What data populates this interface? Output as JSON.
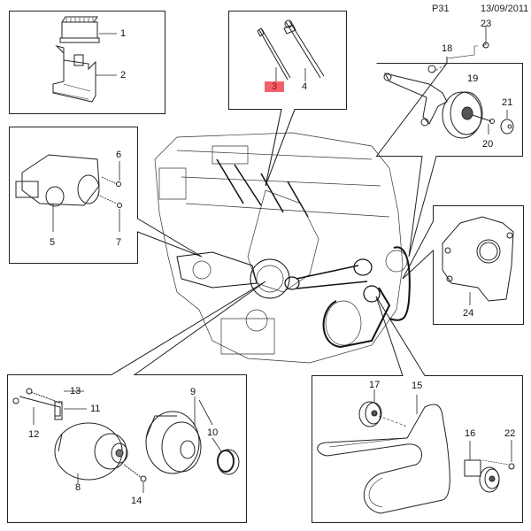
{
  "header": {
    "page_code": "P31",
    "date": "13/09/2011"
  },
  "highlight_color": "#f4606a",
  "callouts": [
    {
      "id": "1",
      "part": "relay"
    },
    {
      "id": "2",
      "part": "relay-bracket"
    },
    {
      "id": "3",
      "part": "glow-plug",
      "highlighted": true
    },
    {
      "id": "4",
      "part": "glow-plug-alt"
    },
    {
      "id": "5",
      "part": "starter-motor"
    },
    {
      "id": "6",
      "part": "starter-bolt-upper"
    },
    {
      "id": "7",
      "part": "starter-bolt-lower"
    },
    {
      "id": "8",
      "part": "alternator"
    },
    {
      "id": "9",
      "part": "alternator-alt"
    },
    {
      "id": "10",
      "part": "alternator-pulley"
    },
    {
      "id": "11",
      "part": "alternator-bracket"
    },
    {
      "id": "12",
      "part": "alternator-bolt-long"
    },
    {
      "id": "13",
      "part": "alternator-bolt-short"
    },
    {
      "id": "14",
      "part": "alternator-bolt-lower"
    },
    {
      "id": "15",
      "part": "drive-belt"
    },
    {
      "id": "16",
      "part": "belt-tensioner"
    },
    {
      "id": "17",
      "part": "idler-pulley"
    },
    {
      "id": "18",
      "part": "idler-bracket"
    },
    {
      "id": "19",
      "part": "idler-pulley-upper"
    },
    {
      "id": "20",
      "part": "pulley-bolt"
    },
    {
      "id": "21",
      "part": "pulley-cap"
    },
    {
      "id": "22",
      "part": "tensioner-bolt"
    },
    {
      "id": "23",
      "part": "bracket-bolt"
    },
    {
      "id": "24",
      "part": "accessory-bracket"
    }
  ]
}
